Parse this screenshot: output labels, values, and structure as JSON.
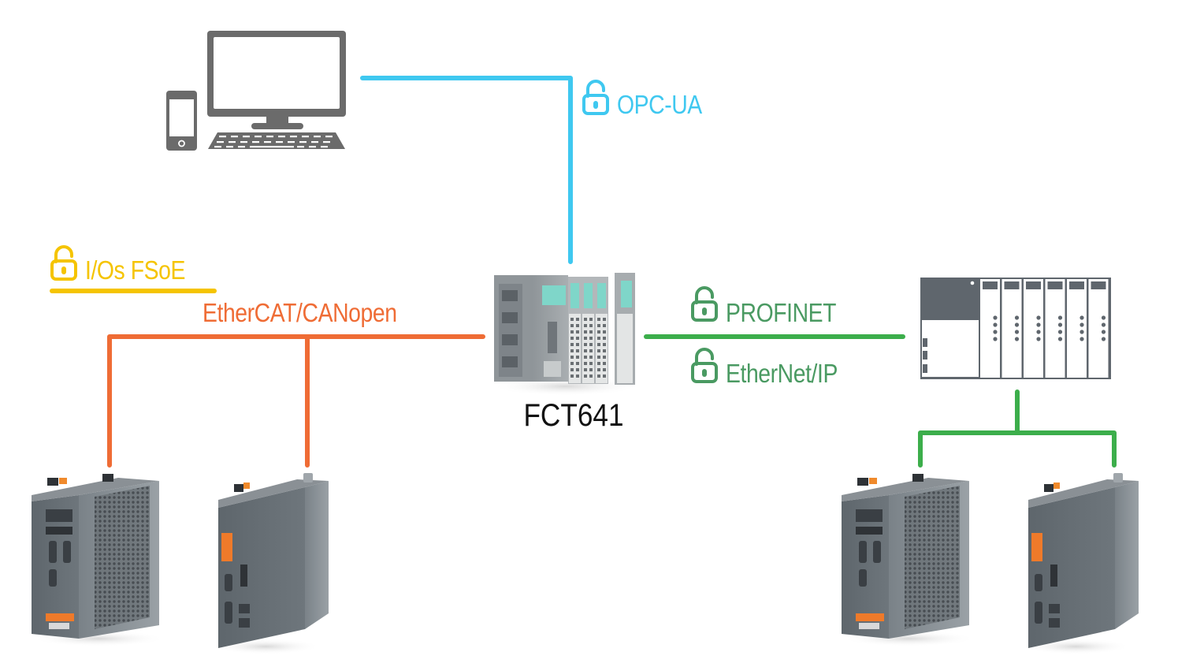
{
  "colors": {
    "opcua": "#3fc8f0",
    "safety": "#f5c400",
    "fieldbus": "#ef6c35",
    "industrial_ethernet": "#3cae4b",
    "label_green": "#4a9a62",
    "device_gray": "#5f666d",
    "icon_gray": "#6b6b6b"
  },
  "controller": {
    "name": "FCT641",
    "model_text": "FCT641"
  },
  "connections": {
    "opcua": {
      "label": "OPC-UA",
      "icon": "unlocked-padlock-icon"
    },
    "safety": {
      "label": "I/Os FSoE",
      "icon": "unlocked-padlock-icon"
    },
    "fieldbus": {
      "label": "EtherCAT/CANopen"
    },
    "profinet": {
      "label": "PROFINET",
      "icon": "unlocked-padlock-icon"
    },
    "ethernetip": {
      "label": "EtherNet/IP",
      "icon": "unlocked-padlock-icon"
    }
  },
  "devices": {
    "hmi": [
      "smartphone-icon",
      "desktop-computer-icon"
    ],
    "plc_rack": {
      "icon": "plc-rack-icon",
      "io_modules": 6
    },
    "left_drives": [
      "servo-drive-large",
      "servo-drive-compact"
    ],
    "right_drives": [
      "servo-drive-large",
      "servo-drive-compact"
    ]
  }
}
